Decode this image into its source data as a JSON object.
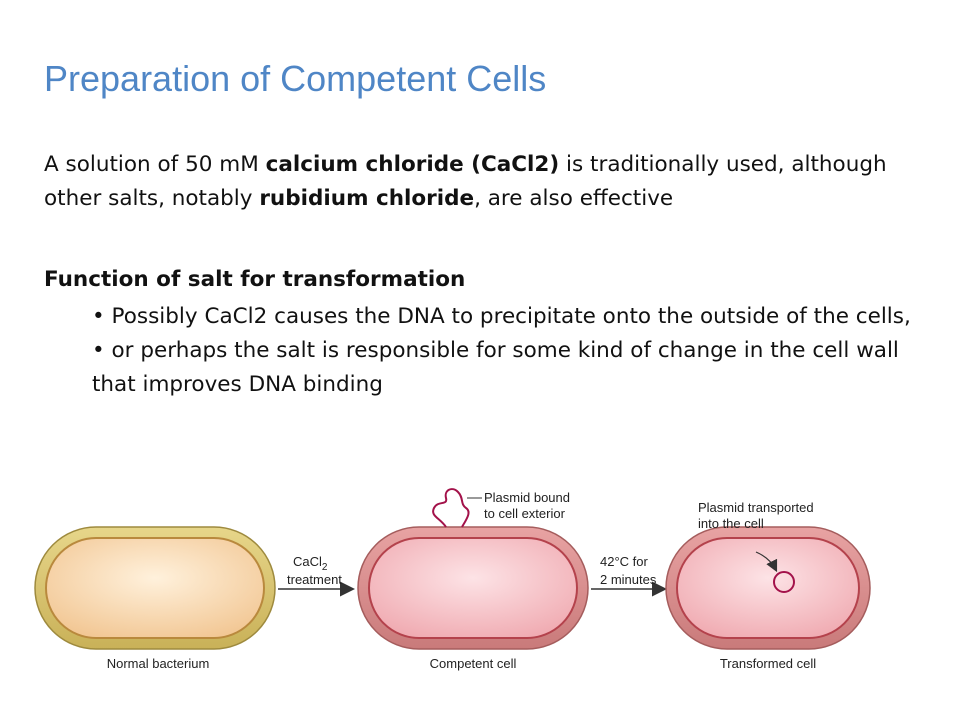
{
  "title": "Preparation of Competent Cells",
  "paragraph": {
    "pre1": "A solution of 50 mM ",
    "bold1": "calcium chloride (CaCl2)",
    "mid1": " is traditionally used, although other salts, notably ",
    "bold2": "rubidium chloride",
    "post1": ", are also effective"
  },
  "heading": "Function of salt for transformation",
  "bullets": [
    "Possibly CaCl2 causes the DNA to precipitate onto the outside of the cells,",
    "or perhaps the salt is responsible for some kind of change in the cell wall that improves DNA binding"
  ],
  "figure": {
    "cells": [
      {
        "label": "Normal bacterium"
      },
      {
        "label": "Competent cell"
      },
      {
        "label": "Transformed cell"
      }
    ],
    "step1": {
      "line1": "CaCl",
      "sub": "2",
      "line2": "treatment"
    },
    "step2": {
      "line1": "42°C for",
      "line2": "2 minutes"
    },
    "annotation_bound": {
      "line1": "Plasmid bound",
      "line2": "to cell exterior"
    },
    "annotation_transported": {
      "line1": "Plasmid transported",
      "line2": "into the cell"
    },
    "colors": {
      "title": "#4f86c6",
      "normal_outer": "#d9c46a",
      "normal_inner": "#f6d2a8",
      "competent_outer": "#d98a8a",
      "competent_inner": "#f4b8bb",
      "plasmid": "#a3124a"
    }
  }
}
